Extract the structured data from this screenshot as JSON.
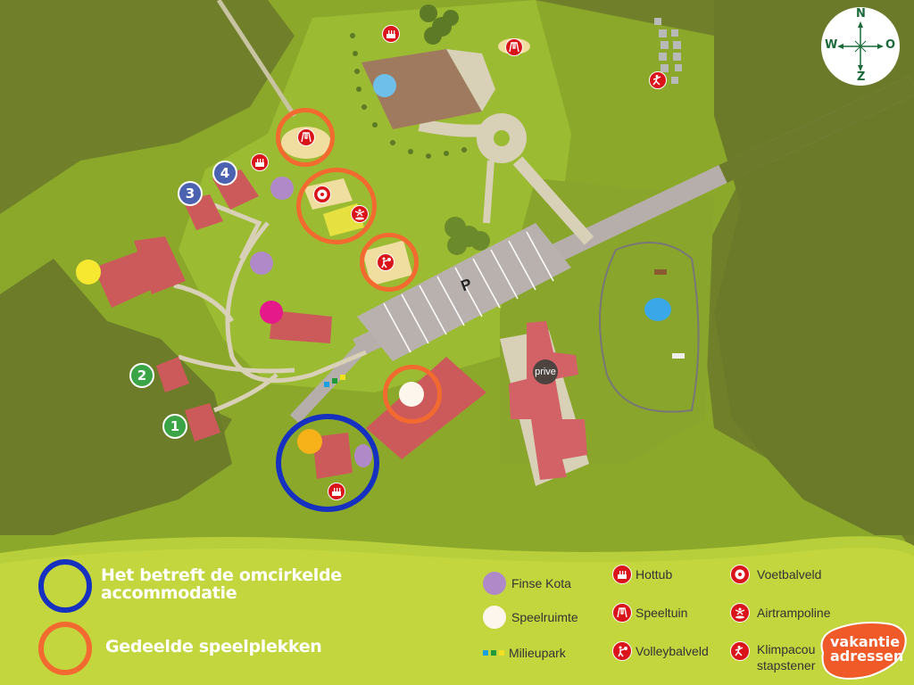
{
  "compass": {
    "north": "N",
    "east": "O",
    "south": "Z",
    "west": "W"
  },
  "map": {
    "parking_label": "P",
    "private_label": "prive",
    "cottage_numbers": [
      "1",
      "2",
      "3",
      "4"
    ]
  },
  "legend": {
    "highlight": {
      "label": "Het betreft de omcirkelde accommodatie",
      "line1": "Het betreft de omcirkelde",
      "line2": "accommodatie",
      "color": "#1630c0"
    },
    "shared": {
      "label": "Gedeelde speelplekken",
      "color": "#f26a30"
    },
    "items": [
      {
        "label": "Finse Kota",
        "icon": "purple-dot",
        "color": "#b08ac8"
      },
      {
        "label": "Speelruimte",
        "icon": "cream-dot",
        "color": "#fdf6ec"
      },
      {
        "label": "Milieupark",
        "icon": "recycle-squares",
        "colors": [
          "#1aa0e0",
          "#1e9a3a",
          "#f0e020"
        ]
      },
      {
        "label": "Hottub",
        "icon": "hottub-icon"
      },
      {
        "label": "Speeltuin",
        "icon": "swing-icon"
      },
      {
        "label": "Volleybalveld",
        "icon": "volleyball-icon"
      },
      {
        "label": "Voetbalveld",
        "icon": "football-icon"
      },
      {
        "label": "Airtrampoline",
        "icon": "trampoline-icon"
      },
      {
        "label": "Klimpacours stapstenen",
        "line1": "Klimpacou",
        "line2": "stapstener",
        "icon": "climbing-icon"
      }
    ]
  },
  "logo": {
    "line1": "vakantie",
    "line2": "adressen",
    "color": "#f05a28"
  },
  "colors": {
    "forest": "#6f7f2a",
    "grass": "#8fae2c",
    "lawn": "#a3c33a",
    "legend_bg": "#c4d63e",
    "roof": "#d0585a",
    "road": "#b6aeaa",
    "path": "#d9d0b8",
    "icon_red": "#d9141b"
  }
}
